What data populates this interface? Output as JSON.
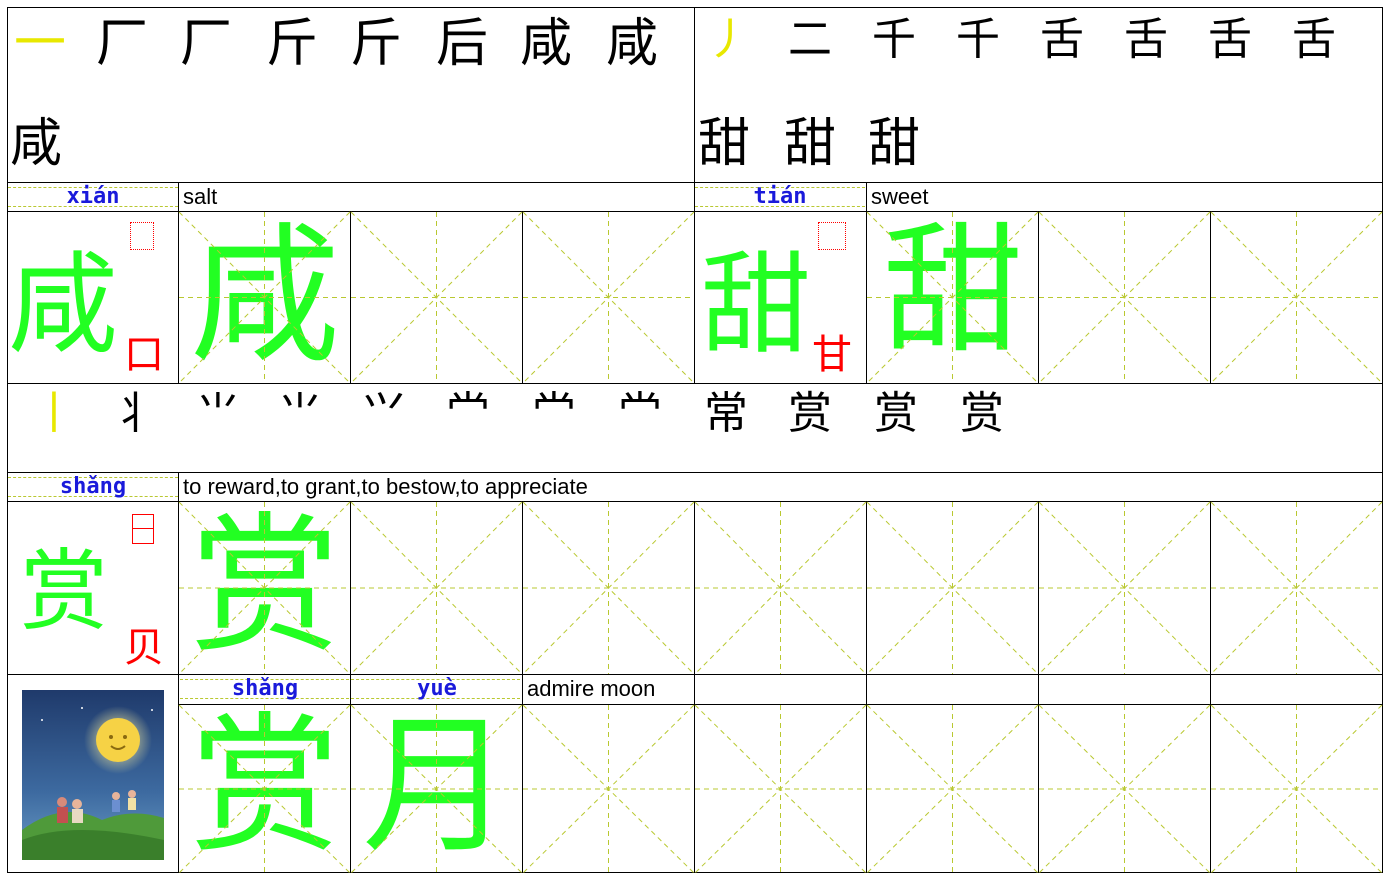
{
  "colors": {
    "practice": "#22ff22",
    "radical": "#ff0000",
    "pinyin": "#1a1adb",
    "guide": "#b9c830",
    "highlight": "#e8e800"
  },
  "xian": {
    "strokes": [
      "一",
      "厂",
      "厂",
      "斤",
      "斤",
      "后",
      "咸",
      "咸",
      "咸"
    ],
    "pinyin": "xián",
    "meaning": "salt",
    "char": "咸",
    "radical": "口"
  },
  "tian": {
    "strokes": [
      "丿",
      "二",
      "千",
      "千",
      "舌",
      "舌",
      "舌",
      "舌",
      "甜",
      "甜",
      "甜"
    ],
    "pinyin": "tián",
    "meaning": "sweet",
    "char": "甜",
    "radical": "甘"
  },
  "shang": {
    "strokes": [
      "丨",
      "丬",
      "⺌",
      "⺌",
      "⺍",
      "龸",
      "龸",
      "龸",
      "常",
      "赏",
      "赏",
      "赏"
    ],
    "pinyin": "shǎng",
    "meaning": "to reward,to grant,to bestow,to appreciate",
    "char": "赏",
    "radical": "贝"
  },
  "phrase": {
    "pinyin1": "shǎng",
    "pinyin2": "yuè",
    "meaning": "admire moon",
    "char1": "赏",
    "char2": "月"
  }
}
